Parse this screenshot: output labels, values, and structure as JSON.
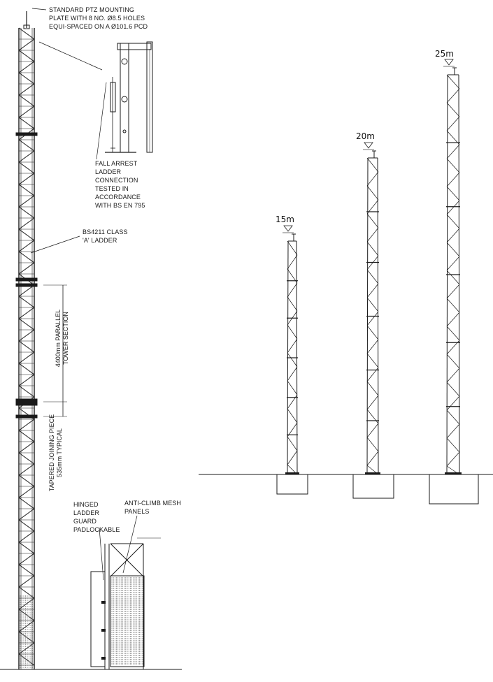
{
  "annotations": {
    "ptz_plate": "STANDARD PTZ MOUNTING\nPLATE WITH 8 No. Ø8.5 HOLES\nEQUI-SPACED ON A Ø101.6 PCD",
    "fall_arrest": "FALL ARREST\nLADDER\nCONNECTION\nTESTED IN\nACCORDANCE\nWITH BS EN 795",
    "ladder": "BS4211 CLASS\n'A' LADDER",
    "parallel_section": "4400mm PARALLEL\nTOWER SECTION",
    "tapered_piece": "TAPERED JOINING PIECE\n535mm TYPICAL",
    "ladder_guard": "HINGED\nLADDER\nGUARD\nPADLOCKABLE",
    "anti_climb": "ANTI-CLIMB MESH\nPANELS"
  },
  "towers": [
    {
      "height_label": "15m",
      "height_m": 15
    },
    {
      "height_label": "20m",
      "height_m": 20
    },
    {
      "height_label": "25m",
      "height_m": 25
    }
  ],
  "colors": {
    "line": "#1a1a1a",
    "mesh": "#6b6b6b"
  }
}
